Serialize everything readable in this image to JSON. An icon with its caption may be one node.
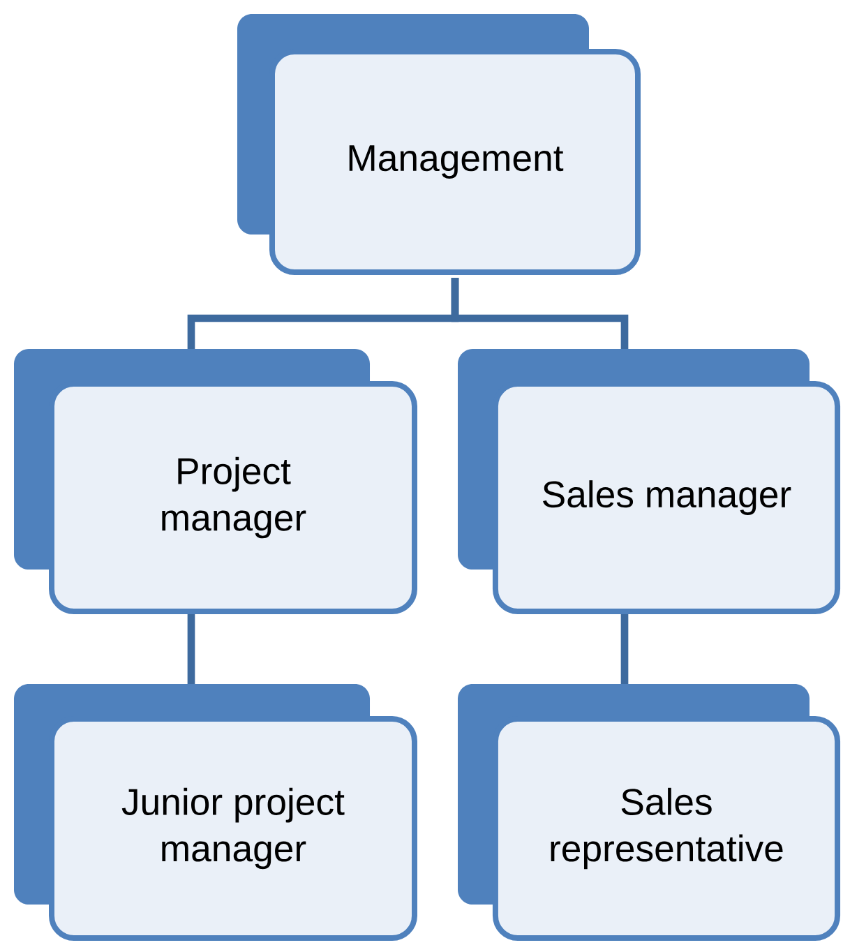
{
  "diagram": {
    "nodes": [
      {
        "text": [
          "Management"
        ]
      },
      {
        "text": [
          "Project manager"
        ]
      },
      {
        "text": [
          "Sales manager"
        ]
      },
      {
        "text": [
          "Junior project manager"
        ]
      },
      {
        "text": [
          "Sales representative"
        ]
      }
    ],
    "edges": [
      {
        "from": 0,
        "to": 1,
        "arrow": "none"
      },
      {
        "from": 0,
        "to": 2,
        "arrow": "none"
      },
      {
        "from": 1,
        "to": 3,
        "arrow": "none"
      },
      {
        "from": 2,
        "to": 4,
        "arrow": "none"
      }
    ]
  }
}
